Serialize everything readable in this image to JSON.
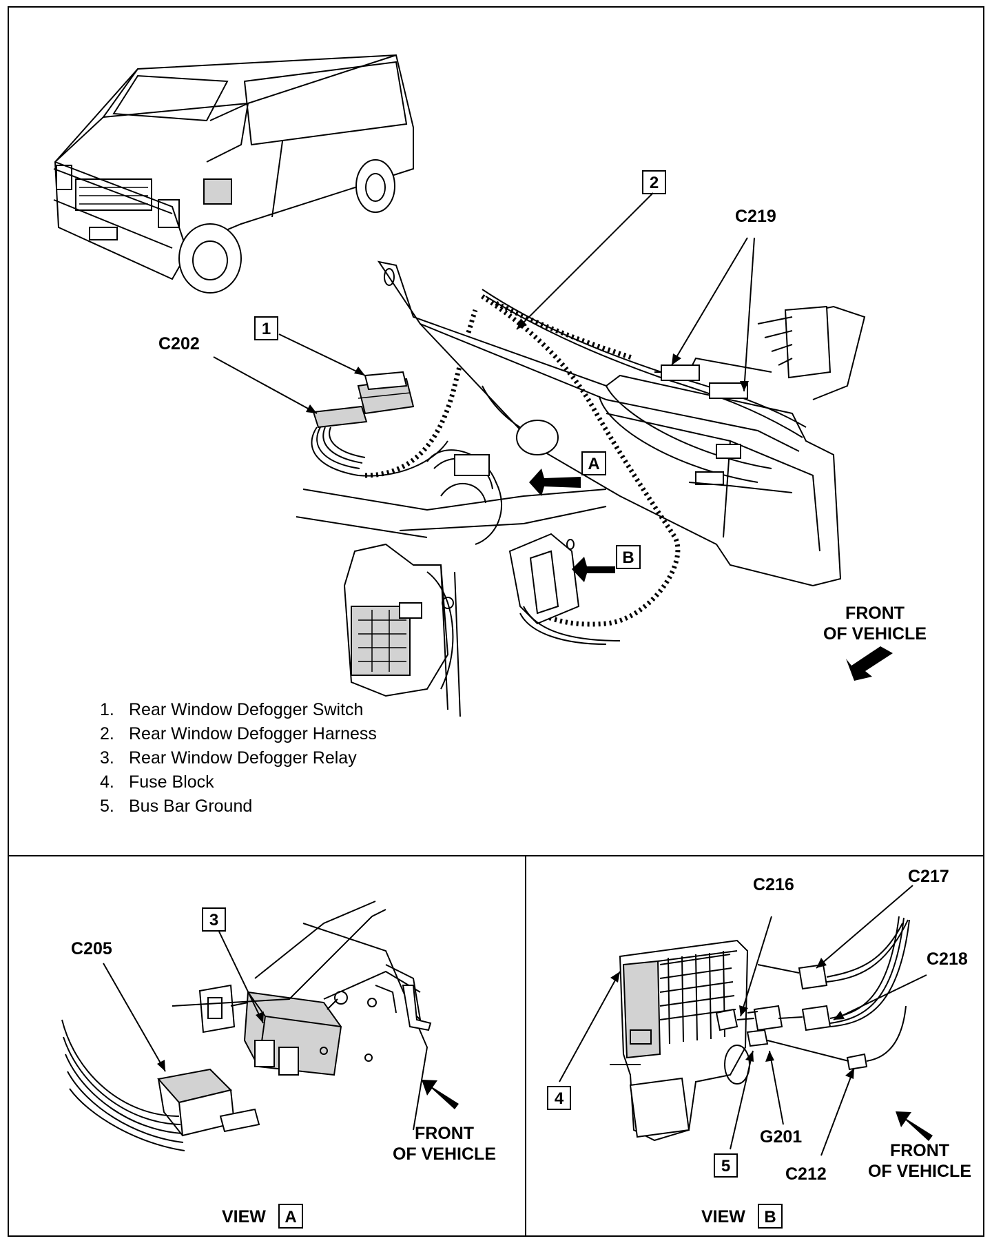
{
  "callouts": {
    "c1": "1",
    "c2": "2",
    "c3": "3",
    "c4": "4",
    "c5": "5",
    "view_a_box": "A",
    "view_b_box": "B"
  },
  "connectors": {
    "c202": "C202",
    "c219": "C219",
    "c205": "C205",
    "c216": "C216",
    "c217": "C217",
    "c218": "C218",
    "c212": "C212",
    "g201": "G201"
  },
  "legend": [
    {
      "num": "1.",
      "text": "Rear Window Defogger Switch"
    },
    {
      "num": "2.",
      "text": "Rear Window Defogger Harness"
    },
    {
      "num": "3.",
      "text": "Rear Window Defogger Relay"
    },
    {
      "num": "4.",
      "text": "Fuse Block"
    },
    {
      "num": "5.",
      "text": "Bus Bar Ground"
    }
  ],
  "front": {
    "line1": "FRONT",
    "line2": "OF VEHICLE"
  },
  "views": {
    "word": "VIEW",
    "a": "A",
    "b": "B"
  }
}
